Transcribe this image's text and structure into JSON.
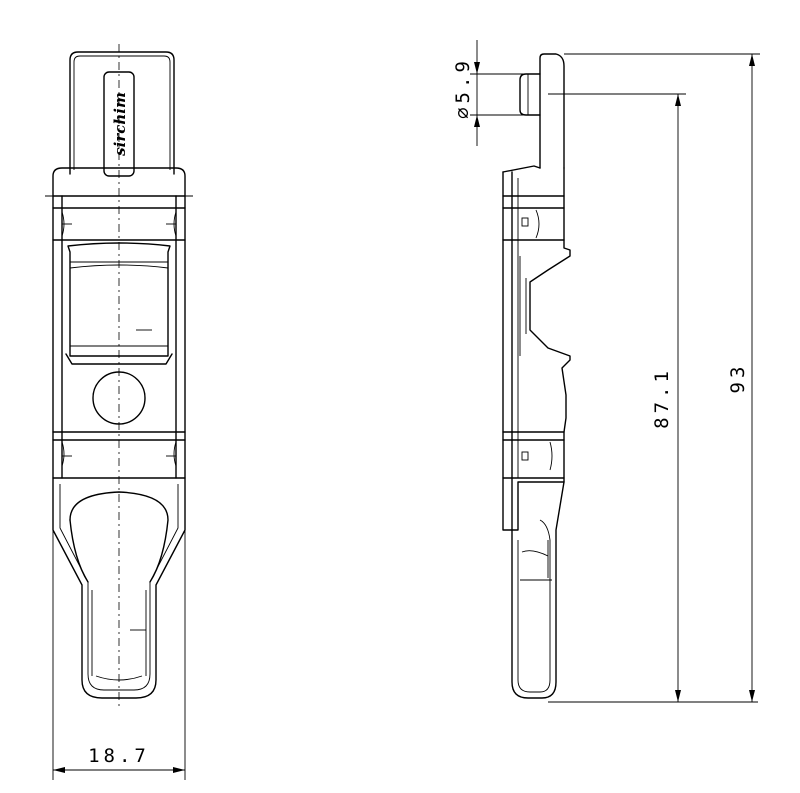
{
  "brand": {
    "logo_text": "sirchim"
  },
  "dimensions": {
    "width_front": "18.7",
    "diameter_symbol": "⌀",
    "diameter_value": "5.9",
    "center_height": "87.1",
    "total_height": "93"
  }
}
